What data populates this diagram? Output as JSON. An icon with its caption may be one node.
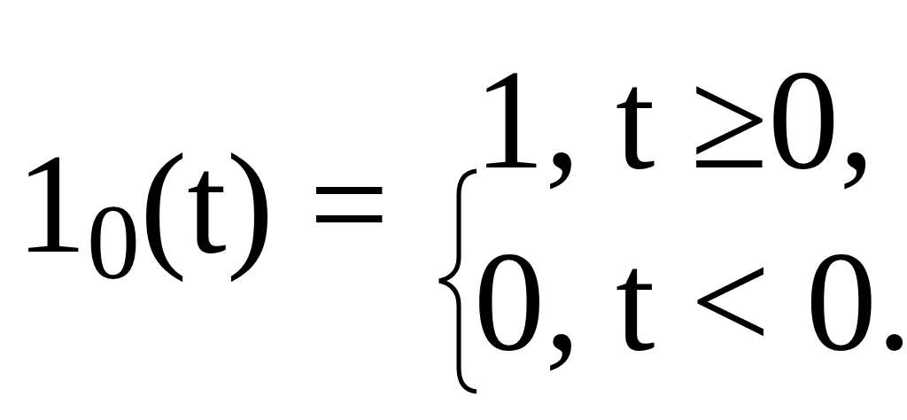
{
  "diagram": {
    "labels": [
      "1$_{0}$(t) =",
      "1, t ≥0,",
      "0, t < 0."
    ]
  }
}
